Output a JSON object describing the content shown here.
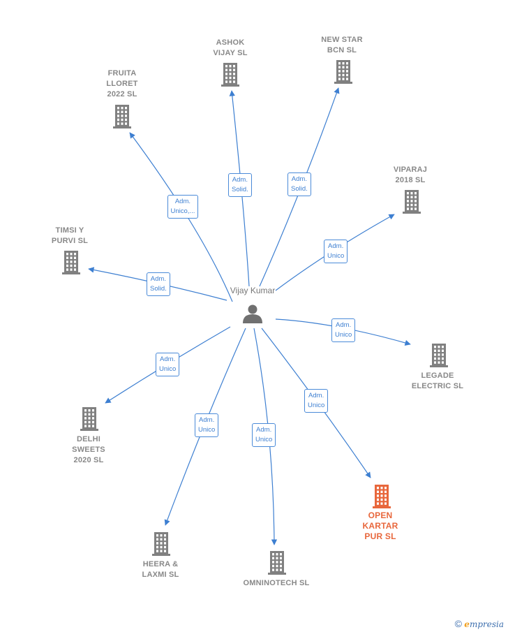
{
  "person": {
    "name": "Vijay Kumar",
    "icon": "person-icon"
  },
  "companies": [
    {
      "id": "fruita",
      "name": "FRUITA\nLLORET\n2022  SL",
      "role": "Adm.\nUnico,...",
      "highlight": false,
      "icon": "building-icon"
    },
    {
      "id": "ashok",
      "name": "ASHOK\nVIJAY  SL",
      "role": "Adm.\nSolid.",
      "highlight": false,
      "icon": "building-icon"
    },
    {
      "id": "newstar",
      "name": "NEW STAR\nBCN SL",
      "role": "Adm.\nSolid.",
      "highlight": false,
      "icon": "building-icon"
    },
    {
      "id": "viparaj",
      "name": "VIPARAJ\n2018  SL",
      "role": "Adm.\nUnico",
      "highlight": false,
      "icon": "building-icon"
    },
    {
      "id": "timsi",
      "name": "TIMSI Y\nPURVI  SL",
      "role": "Adm.\nSolid.",
      "highlight": false,
      "icon": "building-icon"
    },
    {
      "id": "legade",
      "name": "LEGADE\nELECTRIC  SL",
      "role": "Adm.\nUnico",
      "highlight": false,
      "icon": "building-icon"
    },
    {
      "id": "delhi",
      "name": "DELHI\nSWEETS\n2020  SL",
      "role": "Adm.\nUnico",
      "highlight": false,
      "icon": "building-icon"
    },
    {
      "id": "heera",
      "name": "HEERA &\nLAXMI  SL",
      "role": "Adm.\nUnico",
      "highlight": false,
      "icon": "building-icon"
    },
    {
      "id": "omninotech",
      "name": "OMNINOTECH SL",
      "role": "Adm.\nUnico",
      "highlight": false,
      "icon": "building-icon"
    },
    {
      "id": "openkartar",
      "name": "OPEN\nKARTAR\nPUR  SL",
      "role": "Adm.\nUnico",
      "highlight": true,
      "icon": "building-icon"
    }
  ],
  "colors": {
    "edge": "#3d7fd1",
    "building": "#808080",
    "highlight": "#e8673c",
    "person": "#707070"
  },
  "watermark": {
    "symbol": "©",
    "brand_initial": "e",
    "brand_rest": "mpresia"
  }
}
